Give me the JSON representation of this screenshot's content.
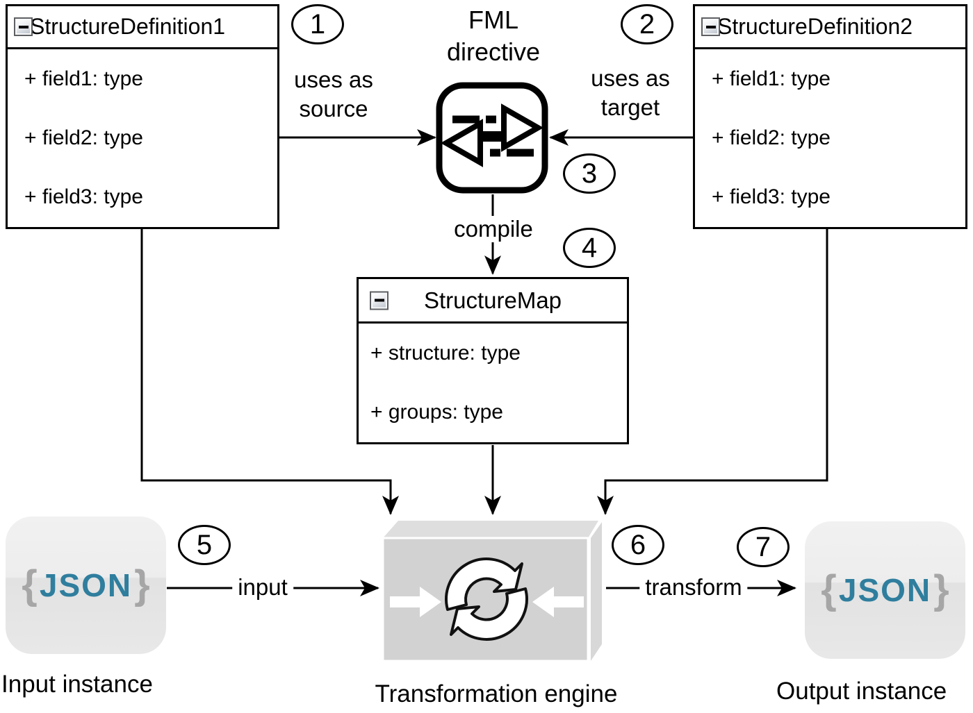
{
  "figure": {
    "class_boxes": {
      "sd1": {
        "title": "StructureDefinition1",
        "fields": [
          "+ field1: type",
          "+ field2: type",
          "+ field3: type"
        ]
      },
      "sd2": {
        "title": "StructureDefinition2",
        "fields": [
          "+ field1: type",
          "+ field2: type",
          "+ field3: type"
        ]
      },
      "map": {
        "title": "StructureMap",
        "fields": [
          "+ structure: type",
          "+ groups: type"
        ]
      }
    },
    "fml_label": {
      "line1": "FML",
      "line2": "directive"
    },
    "edge_labels": {
      "uses_as_source": {
        "line1": "uses as",
        "line2": "source"
      },
      "uses_as_target": {
        "line1": "uses as",
        "line2": "target"
      },
      "compile": "compile",
      "input": "input",
      "transform": "transform"
    },
    "steps": [
      "1",
      "2",
      "3",
      "4",
      "5",
      "6",
      "7"
    ],
    "json_badge": {
      "open_brace": "{",
      "label": "JSON",
      "close_brace": "}"
    },
    "captions": {
      "input": "Input instance",
      "engine": "Transformation engine",
      "output": "Output instance"
    },
    "colors": {
      "line_black": "#000000",
      "json_teal": "#2f7e9e",
      "brace_gray": "#a6a6a6",
      "engine_front": "#d2d2d2",
      "engine_top": "#dedede",
      "engine_side": "#d8d8d8"
    }
  }
}
